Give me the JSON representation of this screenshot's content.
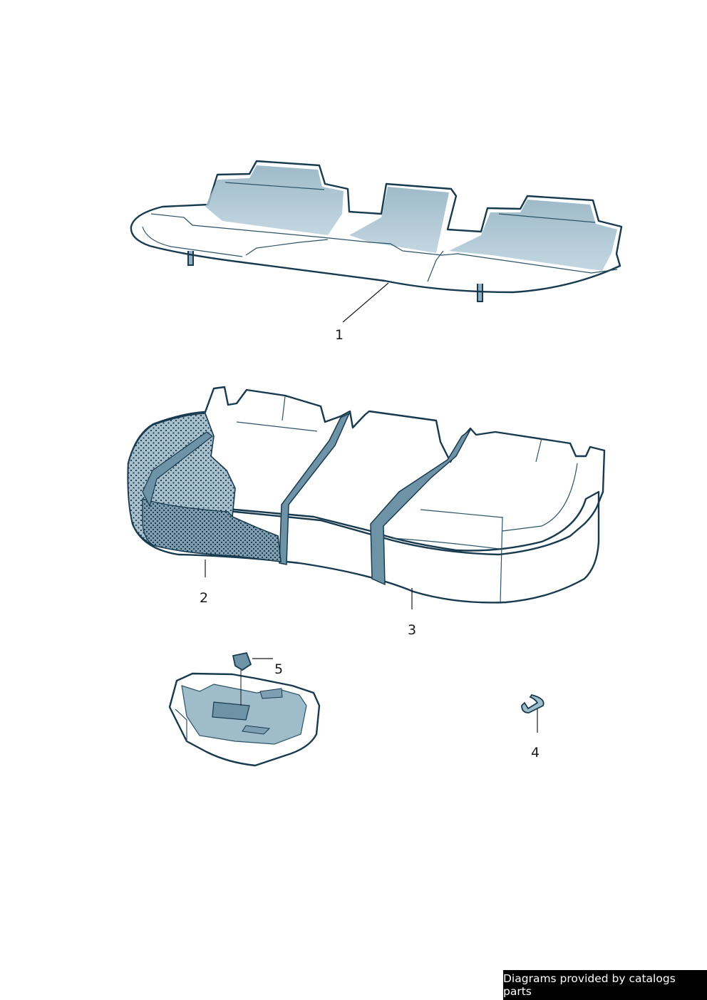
{
  "diagram": {
    "parts": [
      {
        "label": "1",
        "part": "upper seat cover panel"
      },
      {
        "label": "2",
        "part": "foam cushion (cutaway)"
      },
      {
        "label": "3",
        "part": "seat cushion cover"
      },
      {
        "label": "4",
        "part": "hook clip"
      },
      {
        "label": "5",
        "part": "clip"
      }
    ],
    "colors": {
      "fill_light": "#dce9f0",
      "fill_mid": "#9fbccb",
      "fill_dark": "#6f93a6",
      "outline": "#173a4f"
    }
  },
  "footer": {
    "credit": "Diagrams provided by catalogs parts"
  }
}
